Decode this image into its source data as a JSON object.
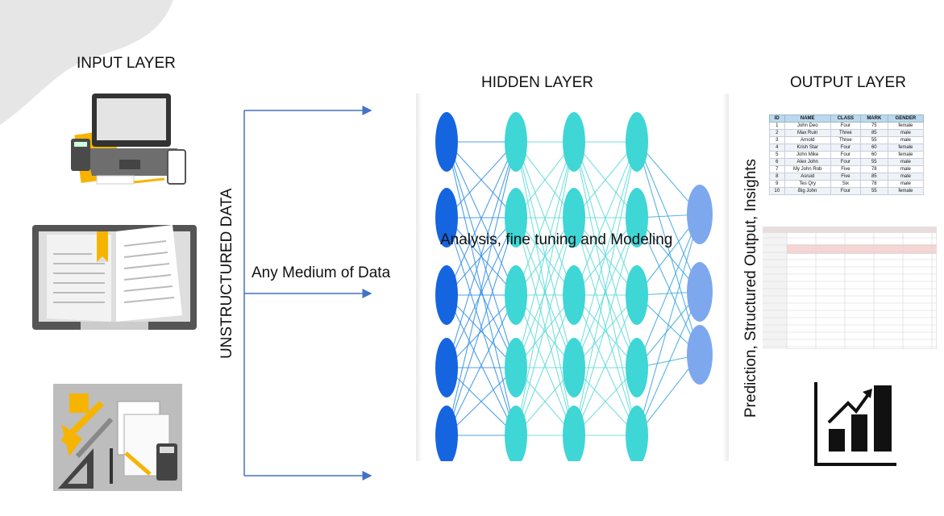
{
  "layers": {
    "input": "INPUT LAYER",
    "hidden": "HIDDEN LAYER",
    "output": "OUTPUT LAYER"
  },
  "labels": {
    "unstructured": "UNSTRUCTURED DATA",
    "medium": "Any Medium of Data",
    "analysis": "Analysis, fine tuning and Modeling",
    "prediction": "Prediction, Structured Output, Insights"
  },
  "network": {
    "layers": [
      5,
      5,
      5,
      5,
      3
    ],
    "node_colors": [
      "#1565e0",
      "#3fd6d6",
      "#3fd6d6",
      "#3fd6d6",
      "#7ea8ee"
    ]
  },
  "table": {
    "headers": [
      "ID",
      "NAME",
      "CLASS",
      "MARK",
      "GENDER"
    ],
    "rows": [
      [
        "1",
        "John Deo",
        "Four",
        "75",
        "female"
      ],
      [
        "2",
        "Max Ruin",
        "Three",
        "85",
        "male"
      ],
      [
        "3",
        "Arnold",
        "Three",
        "55",
        "male"
      ],
      [
        "4",
        "Krish Star",
        "Four",
        "60",
        "female"
      ],
      [
        "5",
        "John Mike",
        "Four",
        "60",
        "female"
      ],
      [
        "6",
        "Alex John",
        "Four",
        "55",
        "male"
      ],
      [
        "7",
        "My John Rob",
        "Five",
        "78",
        "male"
      ],
      [
        "8",
        "Asruid",
        "Five",
        "85",
        "male"
      ],
      [
        "9",
        "Tes Qry",
        "Six",
        "78",
        "male"
      ],
      [
        "10",
        "Big John",
        "Four",
        "55",
        "female"
      ]
    ]
  },
  "icons": [
    "laptop-icon",
    "open-book-icon",
    "stationery-icon",
    "spreadsheet-icon",
    "bar-chart-icon"
  ],
  "colors": {
    "arrow": "#4472c4",
    "book_ribbon": "#f6b400",
    "yellow": "#f6b400"
  }
}
